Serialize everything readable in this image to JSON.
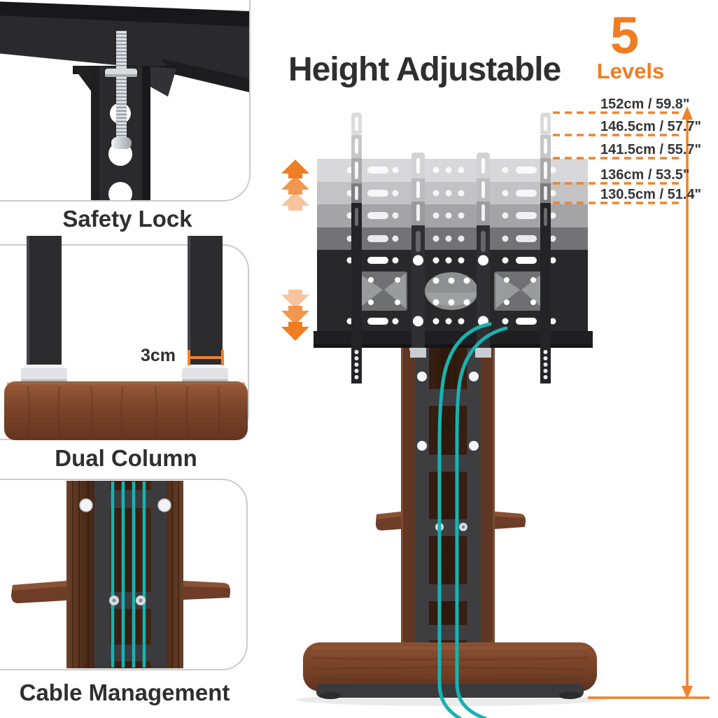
{
  "header": {
    "title": "Height Adjustable",
    "levels_count": "5",
    "levels_caption": "Levels"
  },
  "height_levels": [
    "152cm / 59.8\"",
    "146.5cm / 57.7\"",
    "141.5cm / 55.7\"",
    "136cm / 53.5\"",
    "130.5cm / 51.4\""
  ],
  "features": {
    "safety_lock": "Safety Lock",
    "dual_column": "Dual Column",
    "cable_management": "Cable Management",
    "column_gap": "3cm"
  },
  "colors": {
    "accent_orange": "#EE7D23",
    "line_orange": "#F0832A",
    "text_dark": "#313134",
    "cable_teal": "#17B3B1",
    "wood_brown": "#7F4A2F"
  }
}
